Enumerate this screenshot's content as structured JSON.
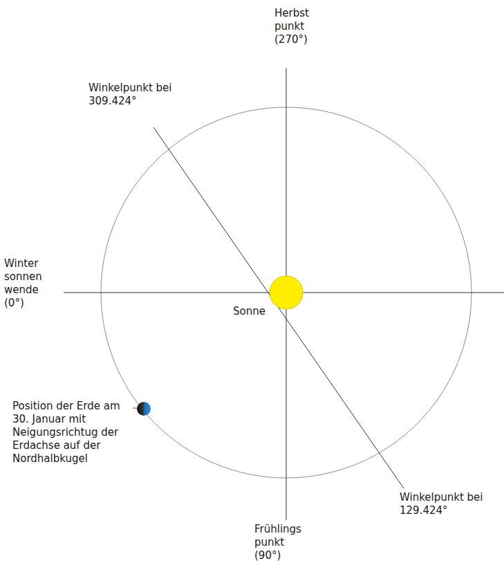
{
  "diagram": {
    "labels": [
      "Herbst punkt (270°)",
      "Winkelpunkt bei 309.424°",
      "Winter sonnen wende (0°)",
      "Sonne",
      "Position der Erde am 30. Januar mit Neigungsrichtug der Erdachse auf der Nordhalbkugel",
      "Winkelpunkt bei 129.424°",
      "Frühlings punkt (90°)"
    ]
  }
}
